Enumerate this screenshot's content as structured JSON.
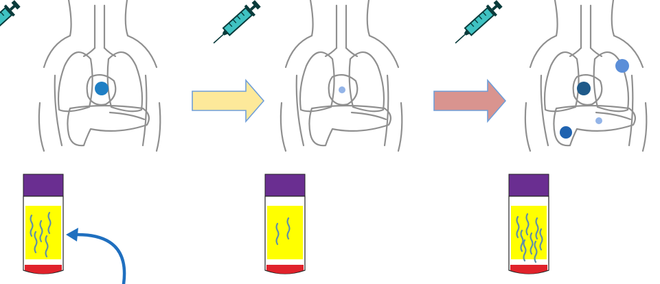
{
  "diagram": {
    "panels": [
      {
        "id": "before",
        "syringe": "syringe-icon",
        "lesions": [
          {
            "color": "#1f7fc4",
            "size": "large"
          }
        ],
        "tube": {
          "strand_count": 5,
          "strand_color": "#5f8fa8"
        }
      },
      {
        "id": "after-treatment",
        "syringe": "syringe-icon",
        "lesions": [
          {
            "color": "#93b4e8",
            "size": "small"
          }
        ],
        "tube": {
          "strand_count": 2,
          "strand_color": "#5f8fa8"
        }
      },
      {
        "id": "progression",
        "syringe": "syringe-icon",
        "lesions": [
          {
            "color": "#1f5a8a",
            "size": "large"
          },
          {
            "color": "#5b8ed8",
            "size": "large"
          },
          {
            "color": "#1f63b0",
            "size": "large"
          },
          {
            "color": "#93b4e8",
            "size": "small"
          }
        ],
        "tube": {
          "strand_count": 8,
          "strand_color": "#5f8fa8"
        }
      }
    ],
    "arrows": [
      {
        "from": "before",
        "to": "after-treatment",
        "fill": "#fde99a",
        "stroke": "#6f9ed8"
      },
      {
        "from": "after-treatment",
        "to": "progression",
        "fill": "#d9948f",
        "stroke": "#6f9ed8"
      }
    ],
    "tube_colors": {
      "cap": "#6a2e91",
      "plasma": "#ffff00",
      "blood": "#e0222b"
    },
    "pointer_arrow": {
      "color": "#1f6fbf",
      "target": "before-tube"
    }
  }
}
